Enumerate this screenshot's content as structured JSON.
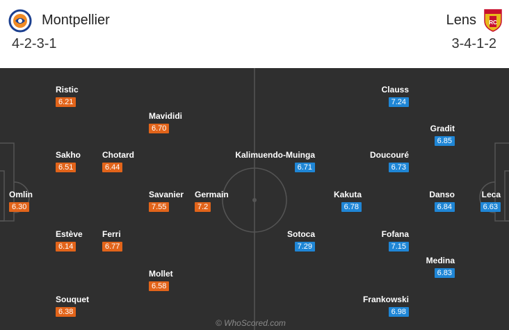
{
  "home": {
    "name": "Montpellier",
    "formation": "4-2-3-1",
    "crest_icon": "montpellier-crest-icon",
    "rating_color": "#e2641a",
    "players": [
      {
        "name": "Ristic",
        "rating": "6.21"
      },
      {
        "name": "Mavididi",
        "rating": "6.70"
      },
      {
        "name": "Sakho",
        "rating": "6.51"
      },
      {
        "name": "Chotard",
        "rating": "6.44"
      },
      {
        "name": "Omlin",
        "rating": "6.30"
      },
      {
        "name": "Savanier",
        "rating": "7.55"
      },
      {
        "name": "Germain",
        "rating": "7.2"
      },
      {
        "name": "Estève",
        "rating": "6.14"
      },
      {
        "name": "Ferri",
        "rating": "6.77"
      },
      {
        "name": "Mollet",
        "rating": "6.58"
      },
      {
        "name": "Souquet",
        "rating": "6.38"
      }
    ]
  },
  "away": {
    "name": "Lens",
    "formation": "3-4-1-2",
    "crest_icon": "lens-crest-icon",
    "rating_color": "#1f86d6",
    "players": [
      {
        "name": "Clauss",
        "rating": "7.24"
      },
      {
        "name": "Gradit",
        "rating": "6.85"
      },
      {
        "name": "Kalimuendo-Muinga",
        "rating": "6.71"
      },
      {
        "name": "Doucouré",
        "rating": "6.73"
      },
      {
        "name": "Kakuta",
        "rating": "6.78"
      },
      {
        "name": "Danso",
        "rating": "6.84"
      },
      {
        "name": "Leca",
        "rating": "6.63"
      },
      {
        "name": "Sotoca",
        "rating": "7.29"
      },
      {
        "name": "Fofana",
        "rating": "7.15"
      },
      {
        "name": "Medina",
        "rating": "6.83"
      },
      {
        "name": "Frankowski",
        "rating": "6.98"
      }
    ]
  },
  "watermark": "© WhoScored.com",
  "pitch_color": "#2f2f2f"
}
